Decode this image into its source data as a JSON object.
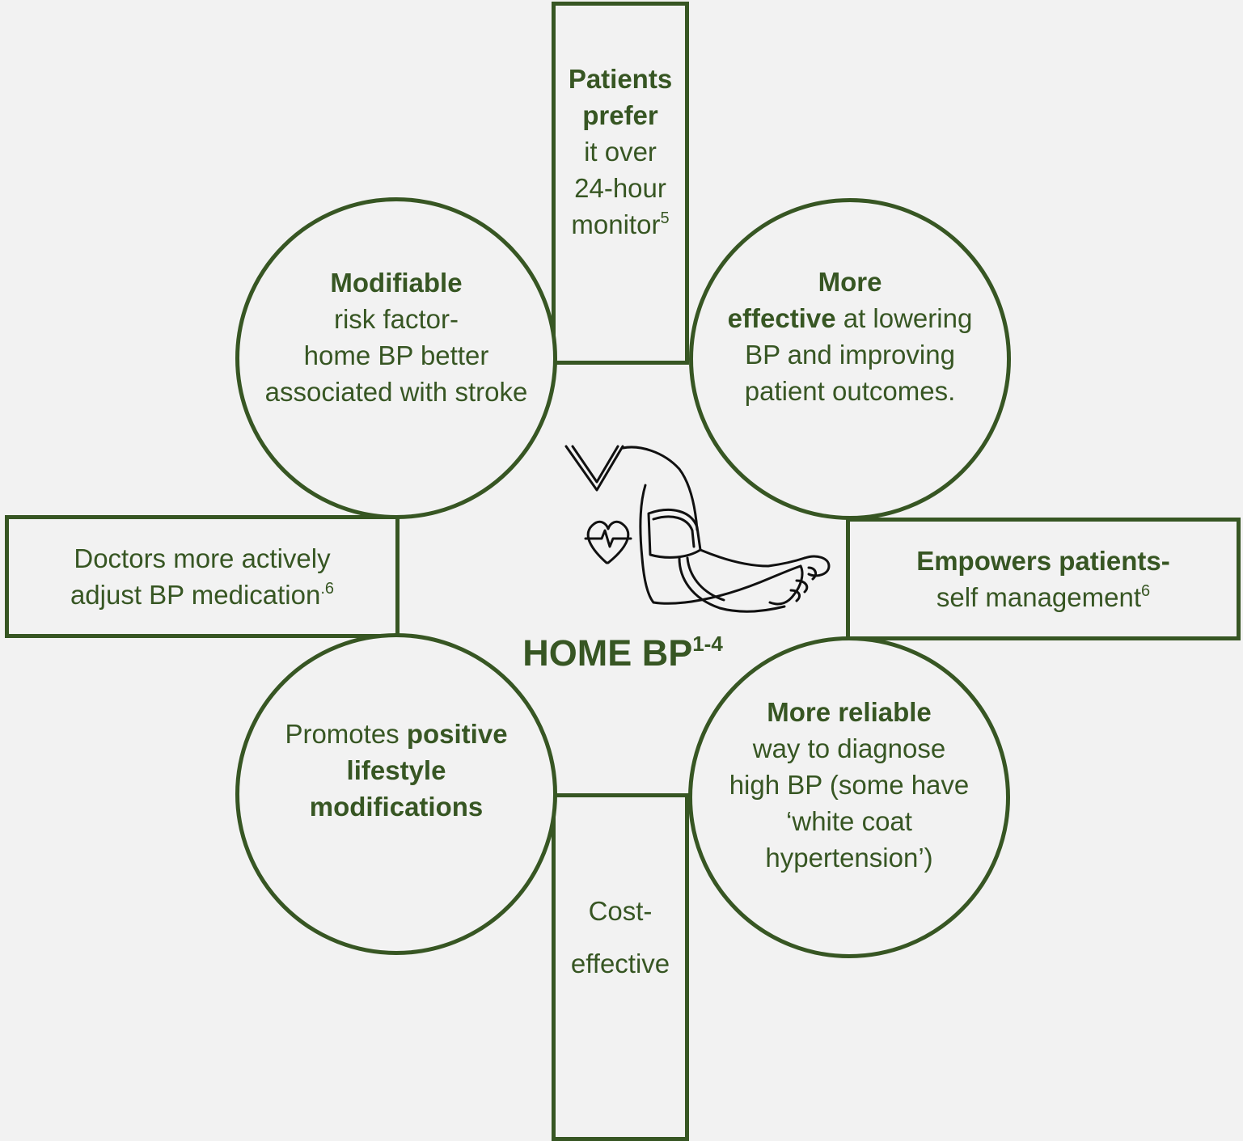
{
  "center": {
    "title": "HOME BP",
    "title_sup": "1-4",
    "icon": "blood-pressure-cuff-arm-icon"
  },
  "top_box": {
    "line1": "Patients",
    "line2": "prefer",
    "line3": "it over",
    "line4": "24-hour",
    "line5": "monitor",
    "sup": "5"
  },
  "circle_top_left": {
    "line1": "Modifiable",
    "line2": "risk factor-",
    "line3": "home BP better",
    "line4": "associated with stroke"
  },
  "circle_top_right": {
    "line1": "More",
    "line2_bold": "effective",
    "line2_rest": " at lowering",
    "line3": "BP and improving",
    "line4": "patient outcomes."
  },
  "left_box": {
    "line1": "Doctors more actively",
    "line2": "adjust BP medication",
    "sup": ".6"
  },
  "right_box": {
    "line1": "Empowers patients-",
    "line2": "self management",
    "sup": "6"
  },
  "circle_bottom_left": {
    "line1_plain": "Promotes ",
    "line1_bold": "positive",
    "line2": "lifestyle",
    "line3": "modifications"
  },
  "circle_bottom_right": {
    "line1": "More reliable",
    "line2": "way to diagnose",
    "line3": "high BP (some have",
    "line4": "‘white coat",
    "line5": "hypertension’)"
  },
  "bottom_box": {
    "line1": "Cost-",
    "line2": "effective"
  },
  "colors": {
    "accent": "#375623",
    "background": "#f2f2f2",
    "icon_stroke": "#111111"
  }
}
